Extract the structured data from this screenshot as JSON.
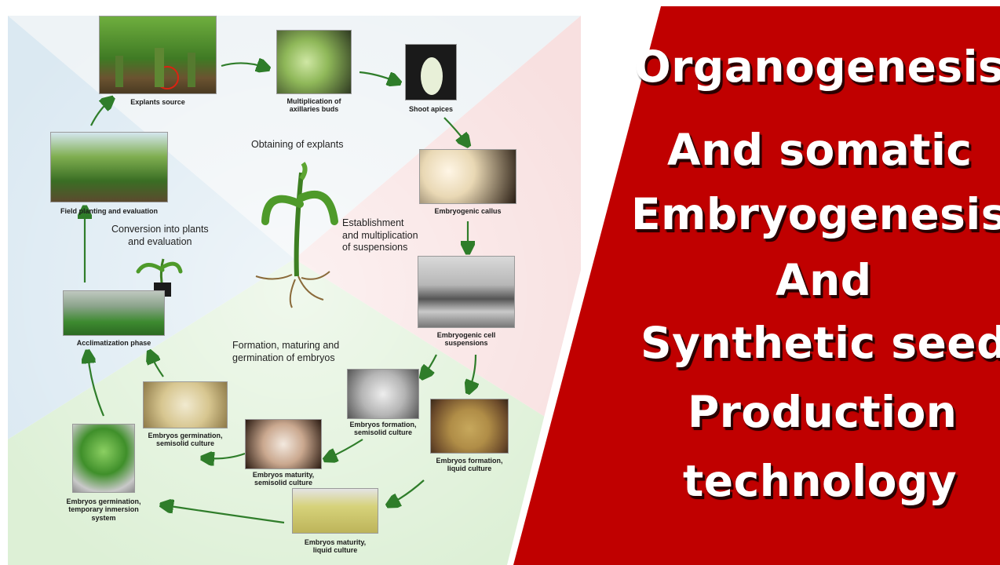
{
  "diagram": {
    "center_label": "Obtaining of explants",
    "stage_labels": {
      "establishment": "Establishment\nand multiplication\nof suspensions",
      "conversion": "Conversion into plants\nand evaluation",
      "formation": "Formation, maturing and\ngermination of embryos"
    },
    "steps": [
      {
        "id": "explants-source",
        "caption": "Explants source"
      },
      {
        "id": "multiplication-axillary-buds",
        "caption": "Multiplication of\naxillaries buds"
      },
      {
        "id": "shoot-apices",
        "caption": "Shoot apices"
      },
      {
        "id": "embryogenic-callus",
        "caption": "Embryogenic callus"
      },
      {
        "id": "embryogenic-cell-suspensions",
        "caption": "Embryogenic cell\nsuspensions"
      },
      {
        "id": "embryos-formation-liquid",
        "caption": "Embryos formation,\nliquid culture"
      },
      {
        "id": "embryos-formation-semisolid",
        "caption": "Embryos formation,\nsemisolid culture"
      },
      {
        "id": "embryos-maturity-liquid",
        "caption": "Embryos maturity,\nliquid culture"
      },
      {
        "id": "embryos-maturity-semisolid",
        "caption": "Embryos maturity,\nsemisolid culture"
      },
      {
        "id": "embryos-germination-semisolid",
        "caption": "Embryos germination,\nsemisolid culture"
      },
      {
        "id": "embryos-germination-tis",
        "caption": "Embryos germination,\ntemporary inmersion\nsystem"
      },
      {
        "id": "acclimatization-phase",
        "caption": "Acclimatization phase"
      },
      {
        "id": "field-planting",
        "caption": "Field planting and evaluation"
      }
    ],
    "colors": {
      "arrow": "#2f7d2a",
      "quad_blue": "#dbe9f2",
      "quad_pink": "#f8e0e0",
      "quad_green": "#ddf0d6"
    }
  },
  "banner": {
    "title_lines": [
      "Organogenesis",
      "And somatic",
      "Embryogenesis",
      "And",
      "Synthetic seed",
      "Production",
      "technology"
    ],
    "colors": {
      "red": "#c00000",
      "text": "#ffffff",
      "edge": "#ffffff"
    }
  }
}
